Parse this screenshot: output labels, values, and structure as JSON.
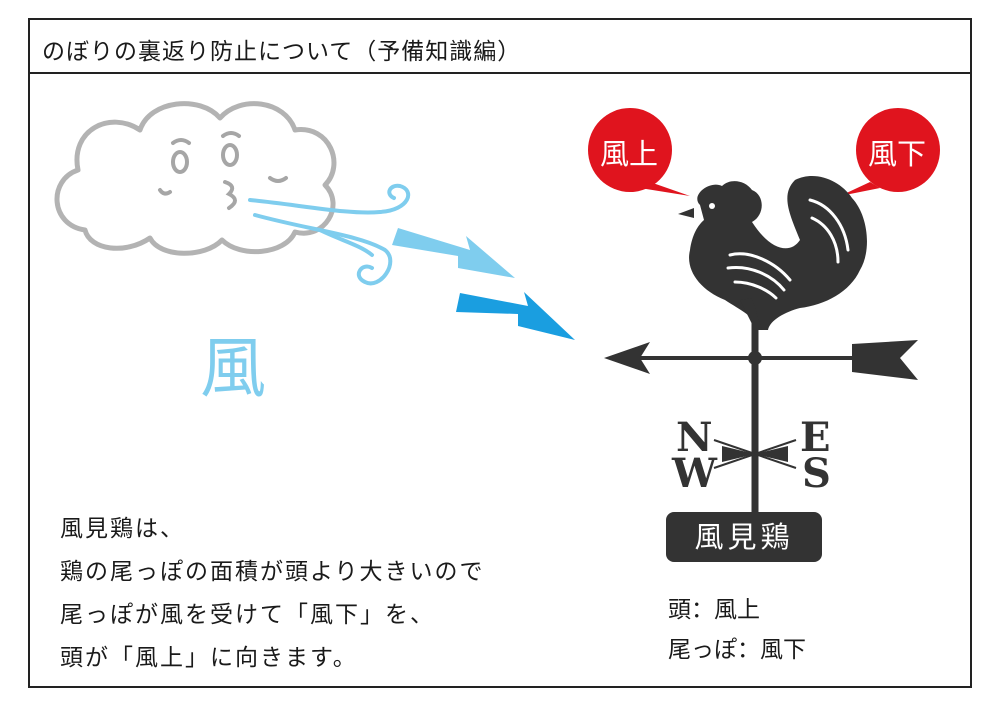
{
  "title": "のぼりの裏返り防止について（予備知識編）",
  "wind_label": "風",
  "description_lines": [
    "風見鶏は、",
    "鶏の尾っぽの面積が頭より大きいので",
    "尾っぽが風を受けて「風下」を、",
    "頭が「風上」に向きます。"
  ],
  "bubbles": {
    "upwind": "風上",
    "downwind": "風下"
  },
  "compass": {
    "n": "N",
    "w": "W",
    "e": "E",
    "s": "S"
  },
  "vane_label": "風見鶏",
  "info": {
    "head": "頭：風上",
    "tail": "尾っぽ：風下"
  },
  "colors": {
    "wind": "#7fcdee",
    "arrow_dark": "#1a9ee0",
    "bubble_red": "#e0141e",
    "vane": "#333333"
  },
  "icons": [
    "cloud-face-icon",
    "wind-arrow-icon",
    "rooster-icon",
    "compass-arrow-icon"
  ]
}
